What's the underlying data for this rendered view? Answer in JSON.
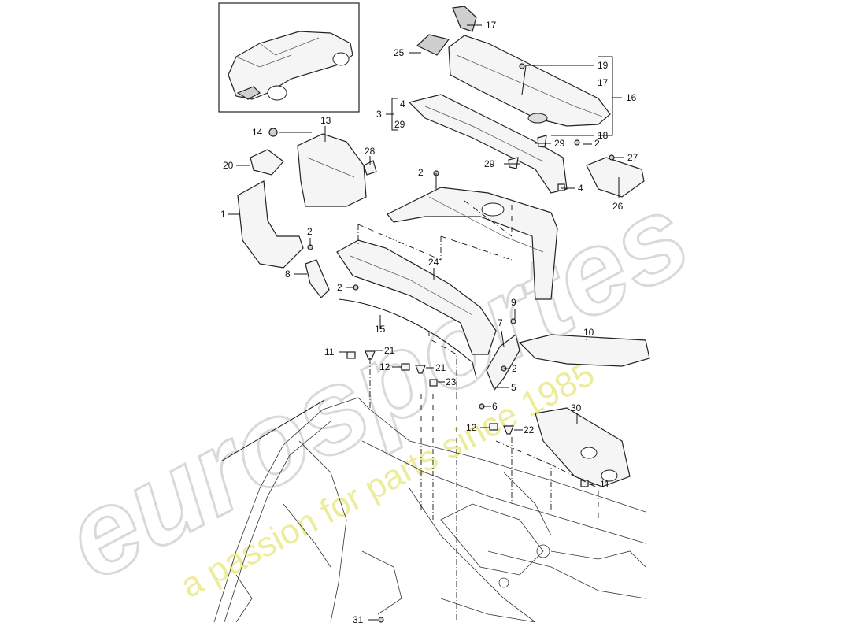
{
  "watermark": {
    "brand": "eurosportes",
    "tagline": "a passion for parts since 1985"
  },
  "callouts": {
    "c1": "1",
    "c2a": "2",
    "c2b": "2",
    "c2c": "2",
    "c2d": "2",
    "c2e": "2",
    "c3": "3",
    "c4a": "4",
    "c4b": "4",
    "c5": "5",
    "c6": "6",
    "c7": "7",
    "c8": "8",
    "c9": "9",
    "c10": "10",
    "c11a": "11",
    "c11b": "11",
    "c12a": "12",
    "c12b": "12",
    "c13": "13",
    "c14": "14",
    "c15": "15",
    "c16": "16",
    "c17a": "17",
    "c17b": "17",
    "c18": "18",
    "c19": "19",
    "c20": "20",
    "c21a": "21",
    "c21b": "21",
    "c22": "22",
    "c23": "23",
    "c24": "24",
    "c25": "25",
    "c26": "26",
    "c27": "27",
    "c28": "28",
    "c29a": "29",
    "c29b": "29",
    "c29c": "29",
    "c30": "30",
    "c31": "31"
  }
}
